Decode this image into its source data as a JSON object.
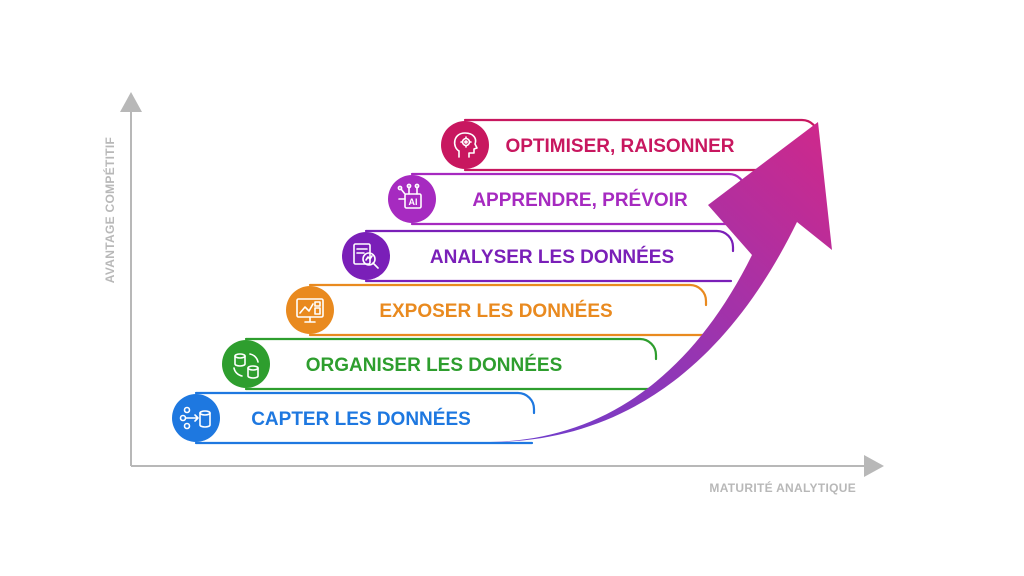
{
  "axes": {
    "y_label": "AVANTAGE COMPÉTITIF",
    "x_label": "MATURITÉ ANALYTIQUE"
  },
  "steps": [
    {
      "label": "CAPTER LES DONNÉES",
      "color": "#1e78e0",
      "icon": "data-flow-icon"
    },
    {
      "label": "ORGANISER LES DONNÉES",
      "color": "#2e9e2e",
      "icon": "database-sync-icon"
    },
    {
      "label": "EXPOSER LES DONNÉES",
      "color": "#e98a1f",
      "icon": "dashboard-icon"
    },
    {
      "label": "ANALYSER LES DONNÉES",
      "color": "#7a1fb8",
      "icon": "analysis-magnifier-icon"
    },
    {
      "label": "APPRENDRE, PRÉVOIR",
      "color": "#a62ac0",
      "icon": "ai-chip-icon"
    },
    {
      "label": "OPTIMISER, RAISONNER",
      "color": "#c8175f",
      "icon": "brain-gear-icon"
    }
  ],
  "arrow_gradient": {
    "start": "#6a3fd0",
    "end": "#d0288a"
  }
}
